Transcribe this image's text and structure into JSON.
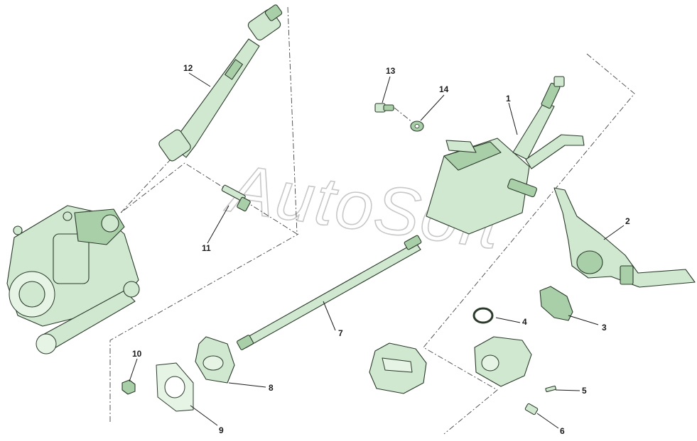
{
  "watermark": "AutoSoft",
  "callouts": [
    "1",
    "2",
    "3",
    "4",
    "5",
    "6",
    "7",
    "8",
    "9",
    "10",
    "11",
    "12",
    "13",
    "14"
  ],
  "colors": {
    "part_fill": "#cfe8cf",
    "part_shade": "#a9cfa9",
    "outline": "#2b3a2b",
    "background": "#ffffff"
  }
}
